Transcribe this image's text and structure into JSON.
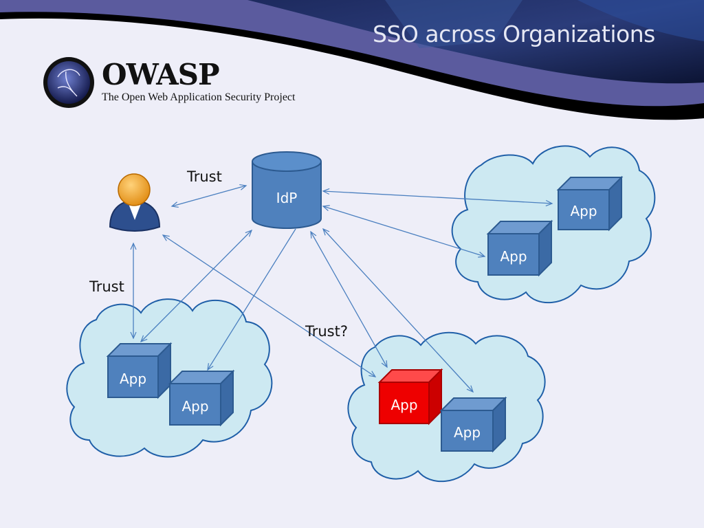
{
  "slide": {
    "title": "SSO across Organizations"
  },
  "logo": {
    "name": "OWASP",
    "tagline": "The Open Web Application Security Project",
    "icon": "owasp-wasp-logo-icon"
  },
  "diagram": {
    "idp": {
      "label": "IdP"
    },
    "user": {
      "icon": "user-icon"
    },
    "edge_labels": {
      "user_idp": "Trust",
      "user_left_cloud": "Trust",
      "user_untrusted_app": "Trust?"
    },
    "clouds": [
      {
        "apps": [
          {
            "label": "App"
          },
          {
            "label": "App"
          }
        ]
      },
      {
        "apps": [
          {
            "label": "App"
          },
          {
            "label": "App"
          }
        ]
      },
      {
        "apps": [
          {
            "label": "App",
            "status": "untrusted"
          },
          {
            "label": "App"
          }
        ]
      }
    ]
  },
  "colors": {
    "header_band": "#5b5b9e",
    "cloud_fill": "#cde9f2",
    "app_fill": "#4f81bd",
    "app_untrusted_fill": "#ee0000",
    "arrow": "#4a7fbf"
  }
}
